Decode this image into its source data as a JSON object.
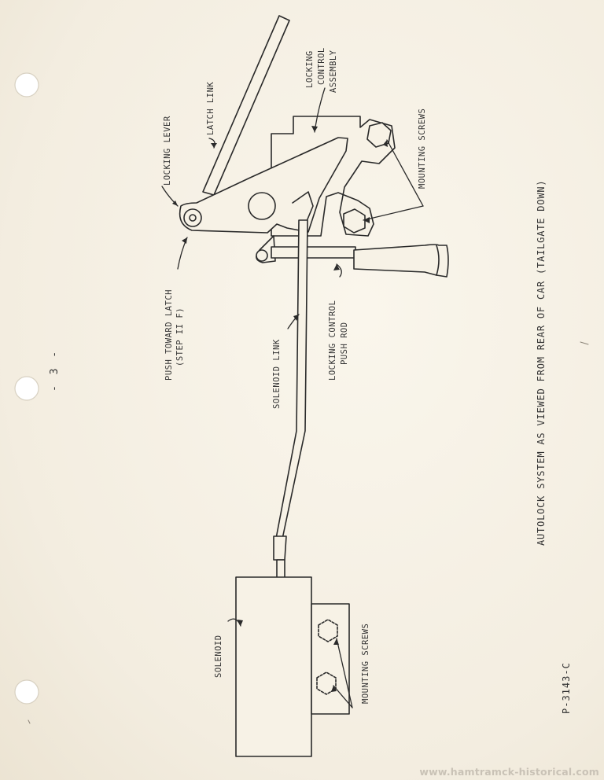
{
  "labels": {
    "locking_lever": "LOCKING LEVER",
    "latch_link": "LATCH LINK",
    "locking_control_assembly_1": "LOCKING",
    "locking_control_assembly_2": "CONTROL",
    "locking_control_assembly_3": "ASSEMBLY",
    "mounting_screws_top": "MOUNTING SCREWS",
    "push_toward_latch_1": "PUSH TOWARD LATCH",
    "push_toward_latch_2": "(STEP II F)",
    "solenoid_link": "SOLENOID LINK",
    "locking_control_push_rod_1": "LOCKING CONTROL",
    "locking_control_push_rod_2": "PUSH ROD",
    "solenoid": "SOLENOID",
    "mounting_screws_bottom": "MOUNTING SCREWS"
  },
  "caption": "AUTOLOCK SYSTEM AS VIEWED FROM REAR OF CAR (TAILGATE DOWN)",
  "page_number": "- 3 -",
  "document_number": "P-3143-C",
  "watermark": "www.hamtramck-historical.com",
  "colors": {
    "paper": "#f7f2e6",
    "ink": "#2a2a2a",
    "punch_hole": "#ffffff"
  }
}
